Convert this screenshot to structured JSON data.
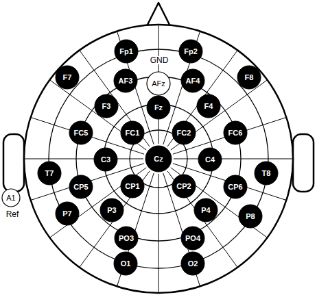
{
  "diagram": {
    "nodes": [
      {
        "text": [
          "Fp1"
        ]
      },
      {
        "text": [
          "Fp2"
        ]
      },
      {
        "text": [
          "AF3"
        ]
      },
      {
        "text": [
          "AFz"
        ]
      },
      {
        "text": [
          "AF4"
        ]
      },
      {
        "text": [
          "F7"
        ]
      },
      {
        "text": [
          "F3"
        ]
      },
      {
        "text": [
          "Fz"
        ]
      },
      {
        "text": [
          "F4"
        ]
      },
      {
        "text": [
          "F8"
        ]
      },
      {
        "text": [
          "FC5"
        ]
      },
      {
        "text": [
          "FC1"
        ]
      },
      {
        "text": [
          "FC2"
        ]
      },
      {
        "text": [
          "FC6"
        ]
      },
      {
        "text": [
          "T7"
        ]
      },
      {
        "text": [
          "C3"
        ]
      },
      {
        "text": [
          "Cz"
        ]
      },
      {
        "text": [
          "C4"
        ]
      },
      {
        "text": [
          "T8"
        ]
      },
      {
        "text": [
          "CP5"
        ]
      },
      {
        "text": [
          "CP1"
        ]
      },
      {
        "text": [
          "CP2"
        ]
      },
      {
        "text": [
          "CP6"
        ]
      },
      {
        "text": [
          "A1"
        ]
      },
      {
        "text": [
          "P7"
        ]
      },
      {
        "text": [
          "P3"
        ]
      },
      {
        "text": [
          "P4"
        ]
      },
      {
        "text": [
          "P8"
        ]
      },
      {
        "text": [
          "PO3"
        ]
      },
      {
        "text": [
          "PO4"
        ]
      },
      {
        "text": [
          "O1"
        ]
      },
      {
        "text": [
          "O2"
        ]
      }
    ],
    "labels": [
      "GND",
      "Ref"
    ]
  }
}
